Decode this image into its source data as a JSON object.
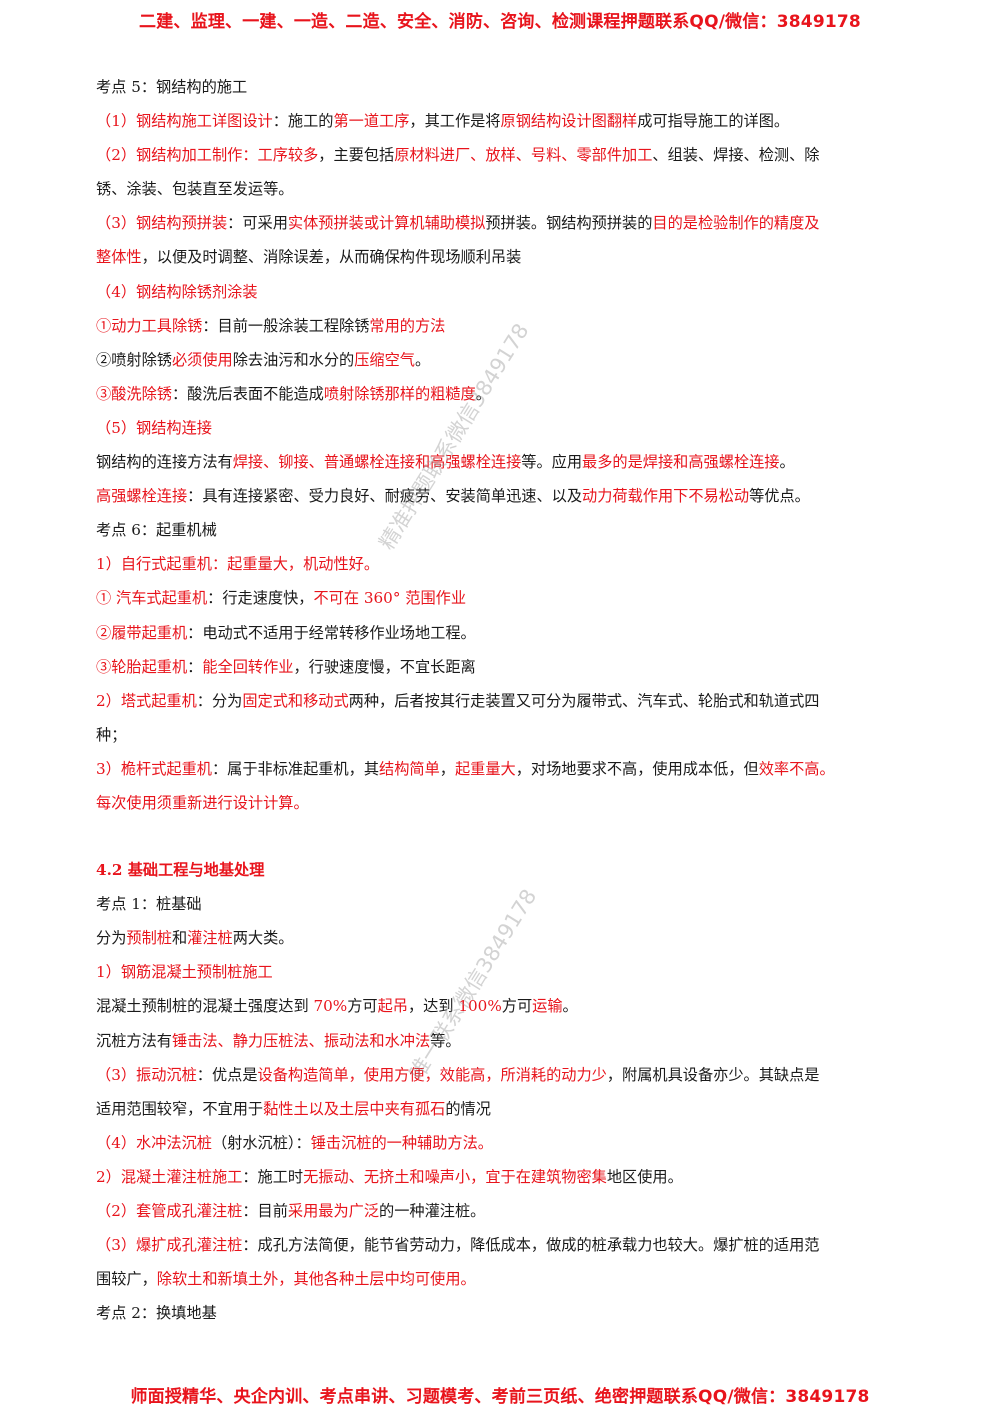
{
  "header_banner": "二建、监理、一建、一造、二造、安全、消防、咨询、检测课程押题联系QQ/微信：3849178",
  "footer_banner": "师面授精华、央企内训、考点串讲、习题模考、考前三页纸、绝密押题联系QQ/微信：3849178",
  "watermarks": [
    "精准押题联系微信3849178",
    "唯一联系微信3849178"
  ],
  "lines": [
    [
      {
        "t": "考点 5：钢结构的施工"
      }
    ],
    [
      {
        "t": "（1）钢结构施工",
        "r": true
      },
      {
        "t": "详图设计",
        "r": true
      },
      {
        "t": "：施工的"
      },
      {
        "t": "第一道工序",
        "r": true
      },
      {
        "t": "，其工作是将"
      },
      {
        "t": "原钢结构设计图翻样",
        "r": true
      },
      {
        "t": "成可指导施工的详图。"
      }
    ],
    [
      {
        "t": "（2）钢结构加工制作：",
        "r": true
      },
      {
        "t": "工序较多",
        "r": true
      },
      {
        "t": "，主要包括"
      },
      {
        "t": "原材料进厂、放样、号料、零部件加工",
        "r": true
      },
      {
        "t": "、组装、焊接、检测、除"
      }
    ],
    [
      {
        "t": "锈、涂装、包装直至发运等。"
      }
    ],
    [
      {
        "t": "（3）钢结构预拼装",
        "r": true
      },
      {
        "t": "：可采用"
      },
      {
        "t": "实体预拼装或计算机辅助模拟",
        "r": true
      },
      {
        "t": "预拼装。钢结构预拼装的"
      },
      {
        "t": "目的是检验制作的精度及",
        "r": true
      }
    ],
    [
      {
        "t": "整体性",
        "r": true
      },
      {
        "t": "，以便及时调整、消除误差，从而确保构件现场顺利吊装"
      }
    ],
    [
      {
        "t": "（4）钢结构除锈剂涂装",
        "r": true
      }
    ],
    [
      {
        "t": "①动力工具除锈",
        "r": true
      },
      {
        "t": "：目前一般涂装工程除锈"
      },
      {
        "t": "常用的方法",
        "r": true
      }
    ],
    [
      {
        "t": "②喷射除锈"
      },
      {
        "t": "必须使用",
        "r": true
      },
      {
        "t": "除去油污和水分的"
      },
      {
        "t": "压缩空气",
        "r": true
      },
      {
        "t": "。"
      }
    ],
    [
      {
        "t": "③酸洗除锈",
        "r": true
      },
      {
        "t": "：酸洗后表面不能造成"
      },
      {
        "t": "喷射除锈那样的粗糙度",
        "r": true
      },
      {
        "t": "。"
      }
    ],
    [
      {
        "t": "（5）钢结构连接",
        "r": true
      }
    ],
    [
      {
        "t": "钢结构的连接方法有"
      },
      {
        "t": "焊接、铆接、普通螺栓连接和高强螺栓连接",
        "r": true
      },
      {
        "t": "等。应用"
      },
      {
        "t": "最多的是焊接和高强螺栓连接",
        "r": true
      },
      {
        "t": "。"
      }
    ],
    [
      {
        "t": "高强螺栓连接",
        "r": true
      },
      {
        "t": "：具有连接紧密、受力良好、耐疲劳、安装简单迅速、以及"
      },
      {
        "t": "动力荷载作用下不易松动",
        "r": true
      },
      {
        "t": "等优点。"
      }
    ],
    [
      {
        "t": "考点 6：起重机械"
      }
    ],
    [
      {
        "t": "1）自行式起重机：起重量大，机动性好。",
        "r": true
      }
    ],
    [
      {
        "t": "①  汽车式起重机",
        "r": true
      },
      {
        "t": "：行走速度快，"
      },
      {
        "t": "不可在 360°  范围作业",
        "r": true
      }
    ],
    [
      {
        "t": "②履带起重机",
        "r": true
      },
      {
        "t": "：电动式不适用于经常转移作业场地工程。"
      }
    ],
    [
      {
        "t": "③轮胎起重机",
        "r": true
      },
      {
        "t": "："
      },
      {
        "t": "能全回转作业",
        "r": true
      },
      {
        "t": "，行驶速度慢，不宜长距离"
      }
    ],
    [
      {
        "t": "2）塔式起重机",
        "r": true
      },
      {
        "t": "：分为"
      },
      {
        "t": "固定式和移动式",
        "r": true
      },
      {
        "t": "两种，后者按其行走装置又可分为履带式、汽车式、轮胎式和轨道式四"
      }
    ],
    [
      {
        "t": "种；"
      }
    ],
    [
      {
        "t": "3）桅杆式起重机",
        "r": true
      },
      {
        "t": "：属于非标准起重机，其"
      },
      {
        "t": "结构简单",
        "r": true
      },
      {
        "t": "，"
      },
      {
        "t": "起重量大",
        "r": true
      },
      {
        "t": "，对场地要求不高，使用成本低，但"
      },
      {
        "t": "效率不高。",
        "r": true
      }
    ],
    [
      {
        "t": "每次使用须重新进行设计计算。",
        "r": true
      }
    ],
    [],
    [
      {
        "t": "4.2   基础工程与地基处理",
        "r": true,
        "b": true
      }
    ],
    [
      {
        "t": "考点 1：桩基础"
      }
    ],
    [
      {
        "t": "分为"
      },
      {
        "t": "预制桩",
        "r": true
      },
      {
        "t": "和"
      },
      {
        "t": "灌注桩",
        "r": true
      },
      {
        "t": "两大类。"
      }
    ],
    [
      {
        "t": "1）钢筋混凝土预制桩施工",
        "r": true
      }
    ],
    [
      {
        "t": "混凝土预制桩的混凝土强度达到 "
      },
      {
        "t": "70%",
        "r": true
      },
      {
        "t": "方可"
      },
      {
        "t": "起吊",
        "r": true
      },
      {
        "t": "，达到 "
      },
      {
        "t": "100%",
        "r": true
      },
      {
        "t": "方可"
      },
      {
        "t": "运输",
        "r": true
      },
      {
        "t": "。"
      }
    ],
    [
      {
        "t": "沉桩方法有"
      },
      {
        "t": "锤击法、静力压桩法、振动法和水冲法",
        "r": true
      },
      {
        "t": "等。"
      }
    ],
    [
      {
        "t": "（3）振动沉桩",
        "r": true
      },
      {
        "t": "：优点是"
      },
      {
        "t": "设备构造简单，使用方便，效能高，所消耗的动力少",
        "r": true
      },
      {
        "t": "，附属机具设备亦少。其缺点是"
      }
    ],
    [
      {
        "t": "适用范围较窄，不宜用于"
      },
      {
        "t": "黏性土以及土层中夹有孤石",
        "r": true
      },
      {
        "t": "的情况"
      }
    ],
    [
      {
        "t": "（4）水冲法沉桩",
        "r": true
      },
      {
        "t": "（射水沉桩）："
      },
      {
        "t": "锤击沉桩的一种辅助方法。",
        "r": true
      }
    ],
    [
      {
        "t": "2）混凝土灌注桩施工",
        "r": true
      },
      {
        "t": "：施工时"
      },
      {
        "t": "无振动、无挤土和噪声小，宜于在建筑物密集",
        "r": true
      },
      {
        "t": "地区使用。"
      }
    ],
    [
      {
        "t": "（2）套管成孔灌注桩",
        "r": true
      },
      {
        "t": "：目前"
      },
      {
        "t": "采用最为广泛",
        "r": true
      },
      {
        "t": "的一种灌注桩。"
      }
    ],
    [
      {
        "t": "（3）爆扩成孔灌注桩",
        "r": true
      },
      {
        "t": "：成孔方法简便，能节省劳动力，降低成本，做成的桩承载力也较大。爆扩桩的适用范"
      }
    ],
    [
      {
        "t": "围较广，"
      },
      {
        "t": "除软土和新填土外，其他各种土层中均可使用。",
        "r": true
      }
    ],
    [
      {
        "t": "考点 2：换填地基"
      }
    ]
  ]
}
